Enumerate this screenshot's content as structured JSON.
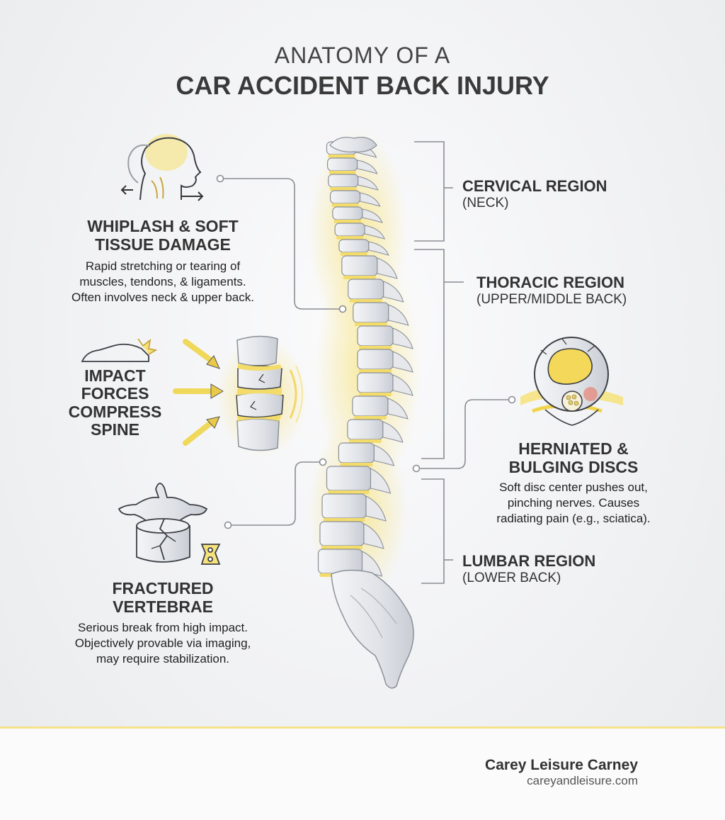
{
  "title": {
    "line1": "ANATOMY OF A",
    "line2": "CAR ACCIDENT BACK INJURY"
  },
  "left": {
    "whiplash": {
      "heading_line1": "WHIPLASH & SOFT",
      "heading_line2": "TISSUE DAMAGE",
      "body_line1": "Rapid stretching or tearing of",
      "body_line2": "muscles, tendons, & ligaments.",
      "body_line3": "Often involves neck & upper back."
    },
    "impact": {
      "line1": "IMPACT",
      "line2": "FORCES",
      "line3": "COMPRESS",
      "line4": "SPINE"
    },
    "fracture": {
      "heading_line1": "FRACTURED",
      "heading_line2": "VERTEBRAE",
      "body_line1": "Serious break from high impact.",
      "body_line2": "Objectively provable via imaging,",
      "body_line3": "may require stabilization."
    }
  },
  "right": {
    "cervical": {
      "title": "CERVICAL REGION",
      "sub": "(NECK)"
    },
    "thoracic": {
      "title": "THORACIC REGION",
      "sub": "(UPPER/MIDDLE BACK)"
    },
    "herniated": {
      "heading_line1": "HERNIATED &",
      "heading_line2": "BULGING DISCS",
      "body_line1": "Soft disc center pushes out,",
      "body_line2": "pinching nerves. Causes",
      "body_line3": "radiating pain (e.g., sciatica)."
    },
    "lumbar": {
      "title": "LUMBAR REGION",
      "sub": "(LOWER BACK)"
    }
  },
  "footer": {
    "brand": "Carey Leisure Carney",
    "site": "careyandleisure.com"
  },
  "colors": {
    "accent_yellow": "#f5d94e",
    "bone": "#e4e7ec",
    "bone_stroke": "#8b9099",
    "line_gray": "#8a8d93",
    "inflammation_red": "#f0604a"
  }
}
